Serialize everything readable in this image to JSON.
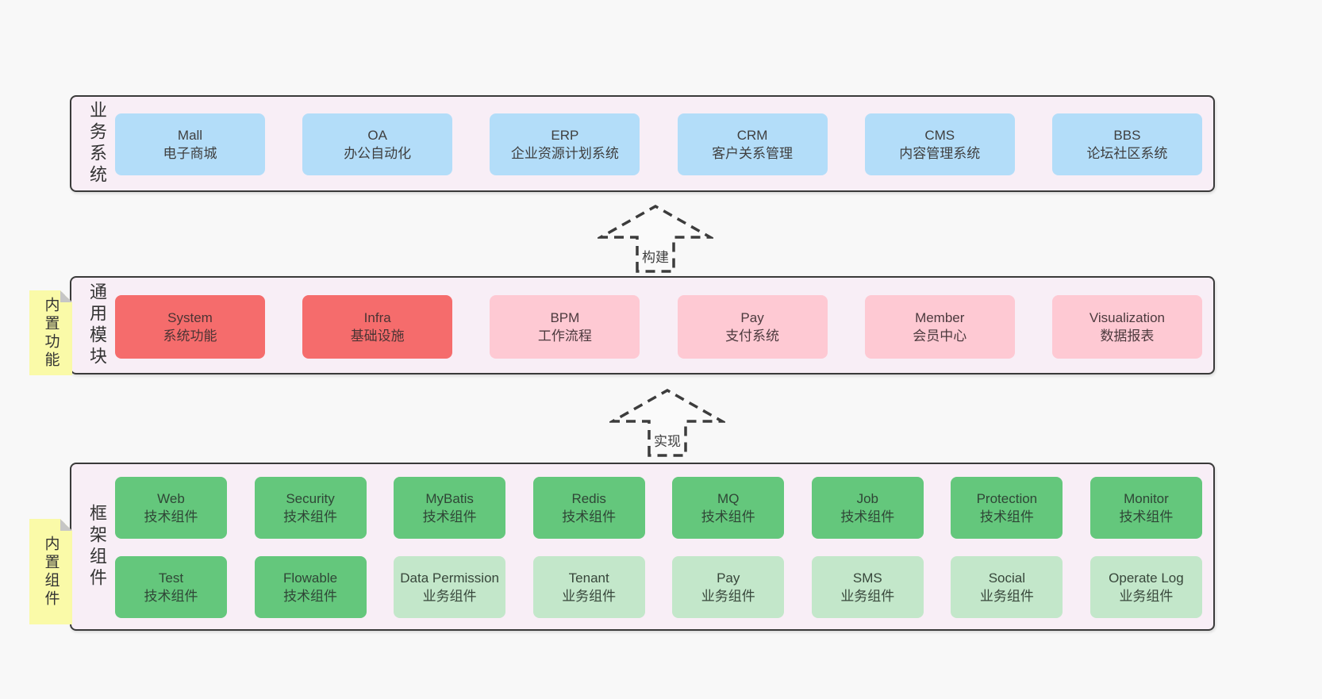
{
  "colors": {
    "page_bg": "#f8f8f8",
    "layer_bg": "#f8eef6",
    "layer_border": "#3a3a3a",
    "node_blue": "#b3ddf9",
    "node_red": "#f56c6c",
    "node_pink": "#fec9d3",
    "node_green_dark": "#64c77c",
    "node_green_light": "#c3e7ca",
    "note_yellow": "#fafaa8"
  },
  "arrows": {
    "build": "构建",
    "implement": "实现"
  },
  "notes": {
    "features": "内置功能",
    "components": "内置组件"
  },
  "layers": {
    "business": {
      "label": "业务系统",
      "boxes": [
        {
          "en": "Mall",
          "cn": "电子商城"
        },
        {
          "en": "OA",
          "cn": "办公自动化"
        },
        {
          "en": "ERP",
          "cn": "企业资源计划系统"
        },
        {
          "en": "CRM",
          "cn": "客户关系管理"
        },
        {
          "en": "CMS",
          "cn": "内容管理系统"
        },
        {
          "en": "BBS",
          "cn": "论坛社区系统"
        }
      ]
    },
    "modules": {
      "label": "通用模块",
      "boxes": [
        {
          "en": "System",
          "cn": "系统功能",
          "variant": "red"
        },
        {
          "en": "Infra",
          "cn": "基础设施",
          "variant": "red"
        },
        {
          "en": "BPM",
          "cn": "工作流程",
          "variant": "pink"
        },
        {
          "en": "Pay",
          "cn": "支付系统",
          "variant": "pink"
        },
        {
          "en": "Member",
          "cn": "会员中心",
          "variant": "pink"
        },
        {
          "en": "Visualization",
          "cn": "数据报表",
          "variant": "pink"
        }
      ]
    },
    "framework": {
      "label": "框架组件",
      "row1": [
        {
          "en": "Web",
          "cn": "技术组件",
          "variant": "green-dark"
        },
        {
          "en": "Security",
          "cn": "技术组件",
          "variant": "green-dark"
        },
        {
          "en": "MyBatis",
          "cn": "技术组件",
          "variant": "green-dark"
        },
        {
          "en": "Redis",
          "cn": "技术组件",
          "variant": "green-dark"
        },
        {
          "en": "MQ",
          "cn": "技术组件",
          "variant": "green-dark"
        },
        {
          "en": "Job",
          "cn": "技术组件",
          "variant": "green-dark"
        },
        {
          "en": "Protection",
          "cn": "技术组件",
          "variant": "green-dark"
        },
        {
          "en": "Monitor",
          "cn": "技术组件",
          "variant": "green-dark"
        }
      ],
      "row2": [
        {
          "en": "Test",
          "cn": "技术组件",
          "variant": "green-dark"
        },
        {
          "en": "Flowable",
          "cn": "技术组件",
          "variant": "green-dark"
        },
        {
          "en": "Data Permission",
          "cn": "业务组件",
          "variant": "green-light"
        },
        {
          "en": "Tenant",
          "cn": "业务组件",
          "variant": "green-light"
        },
        {
          "en": "Pay",
          "cn": "业务组件",
          "variant": "green-light"
        },
        {
          "en": "SMS",
          "cn": "业务组件",
          "variant": "green-light"
        },
        {
          "en": "Social",
          "cn": "业务组件",
          "variant": "green-light"
        },
        {
          "en": "Operate Log",
          "cn": "业务组件",
          "variant": "green-light"
        }
      ]
    }
  }
}
